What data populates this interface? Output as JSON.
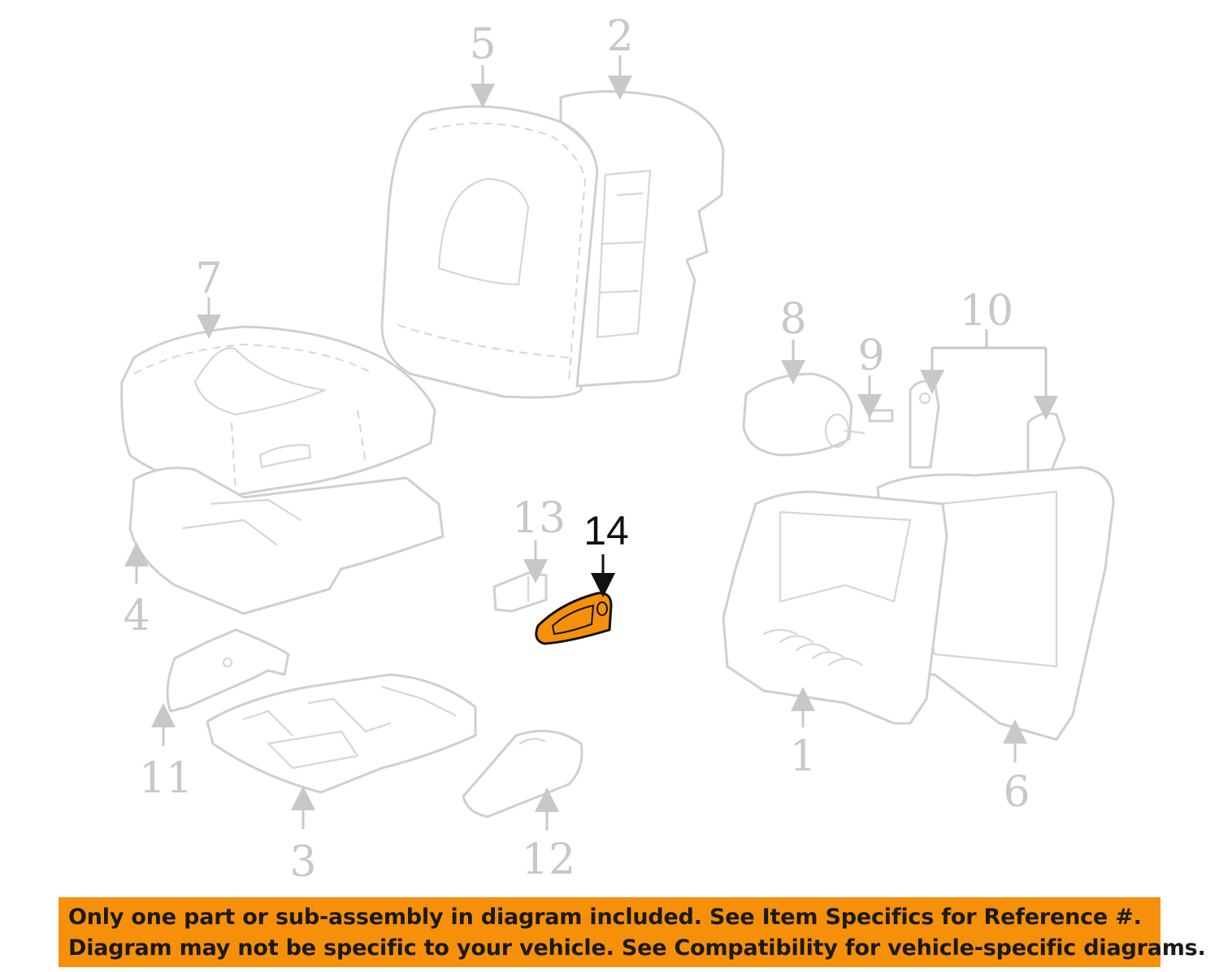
{
  "diagram": {
    "callouts": {
      "c1": "1",
      "c2": "2",
      "c3": "3",
      "c4": "4",
      "c5": "5",
      "c6": "6",
      "c7": "7",
      "c8": "8",
      "c9": "9",
      "c10": "10",
      "c11": "11",
      "c12": "12",
      "c13": "13",
      "c14": "14"
    },
    "highlighted_part": "14",
    "colors": {
      "highlight": "#f6900b",
      "line_art": "#cfcfcf",
      "banner": "#f6900b"
    }
  },
  "notice": {
    "line1": "Only one part or sub-assembly in diagram included. See Item Specifics for Reference #.",
    "line2": "Diagram may not be specific to your vehicle. See Compatibility for vehicle-specific diagrams."
  }
}
